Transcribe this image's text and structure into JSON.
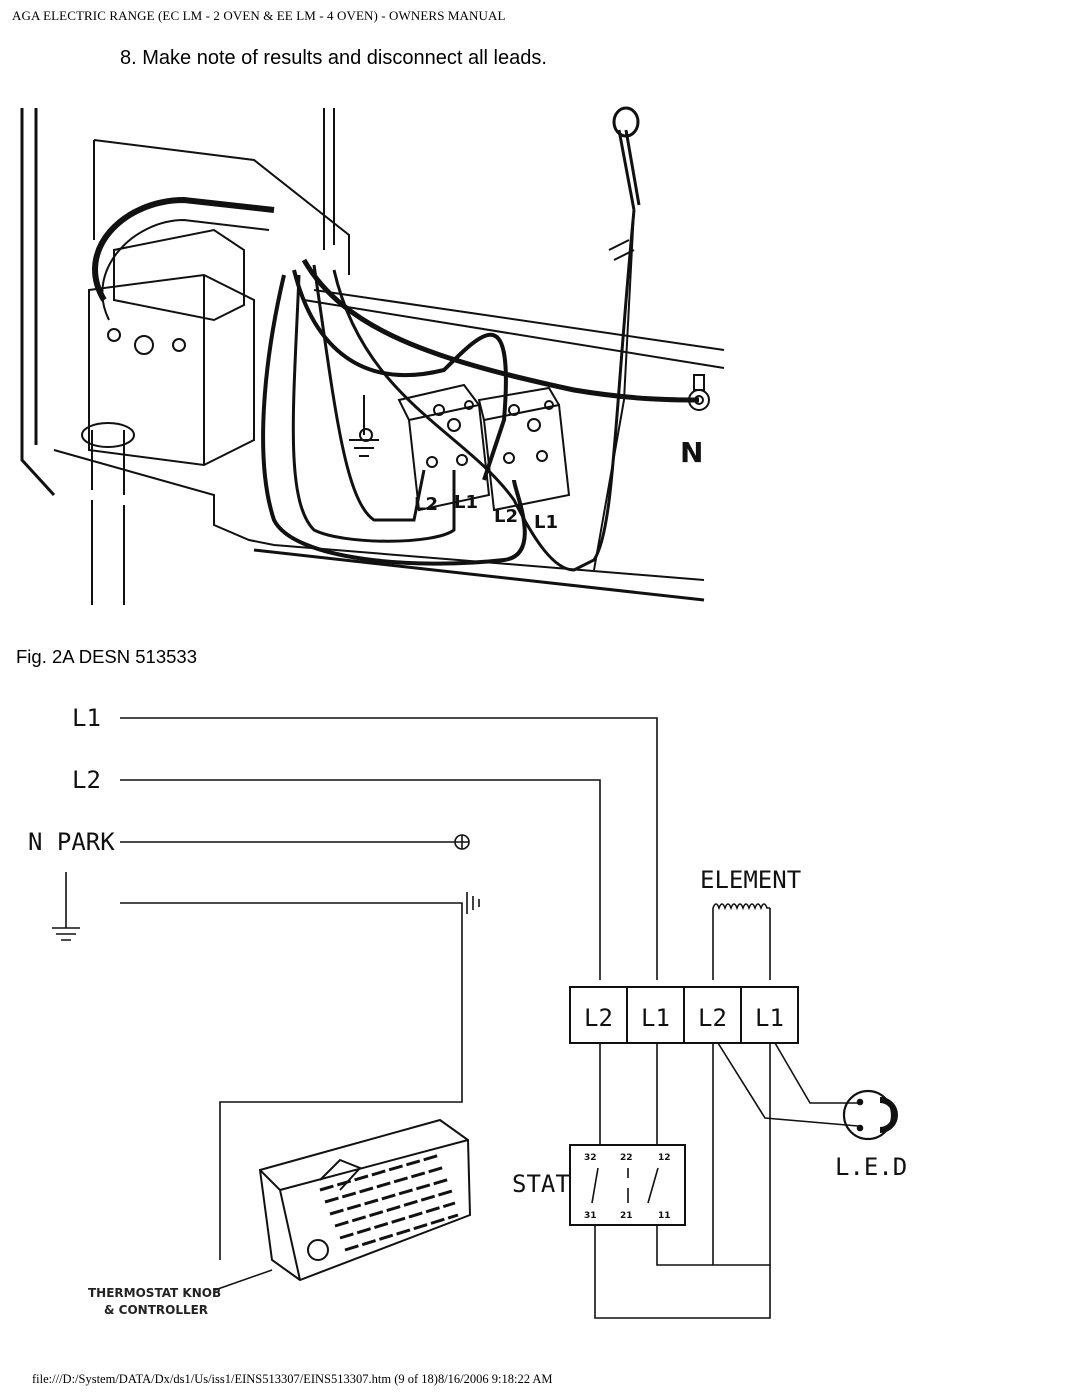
{
  "header": {
    "title": "AGA ELECTRIC RANGE (EC LM - 2 OVEN & EE LM - 4 OVEN) - OWNERS MANUAL"
  },
  "instruction": {
    "text": "8.  Make note of results and disconnect all leads."
  },
  "photo": {
    "labels": {
      "neutral": "N",
      "t1_l2": "L2",
      "t1_l1": "L1",
      "t2_l2": "L2",
      "t2_l1": "L1"
    }
  },
  "figure": {
    "caption": "Fig. 2A DESN 513533"
  },
  "schematic": {
    "supply_labels": {
      "l1": "L1",
      "l2": "L2",
      "n_park": "N PARK"
    },
    "element_label": "ELEMENT",
    "terminal_labels": [
      "L2",
      "L1",
      "L2",
      "L1"
    ],
    "stat_label": "STAT",
    "stat_pins_top": [
      "32",
      "22",
      "12"
    ],
    "stat_pins_bottom": [
      "31",
      "21",
      "11"
    ],
    "led_label": "L.E.D",
    "controller_label_line1": "THERMOSTAT KNOB",
    "controller_label_line2": "& CONTROLLER"
  },
  "footer": {
    "text": "file:///D:/System/DATA/Dx/ds1/Us/iss1/EINS513307/EINS513307.htm (9 of 18)8/16/2006 9:18:22 AM"
  }
}
